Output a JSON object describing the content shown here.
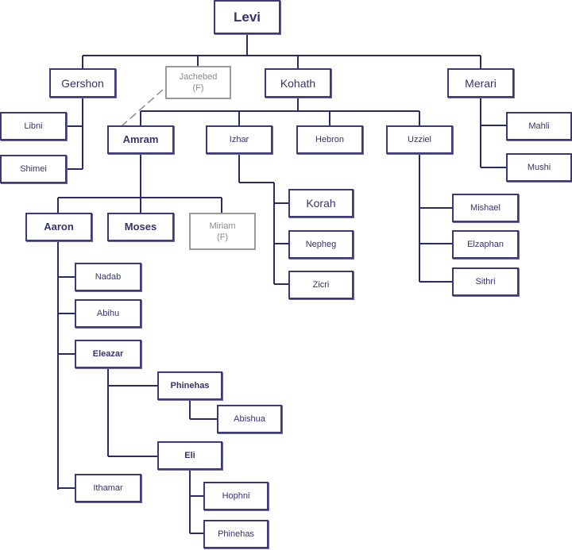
{
  "title": "Levi family tree",
  "colors": {
    "line": "#2a2a66",
    "box": "#3a3a78",
    "female": "#9a9a9a",
    "text": "#33336e"
  },
  "nodes": {
    "levi": "Levi",
    "gershon": "Gershon",
    "jachebed": "Jachebed\n(F)",
    "kohath": "Kohath",
    "merari": "Merari",
    "libni": "Libni",
    "shimei": "Shimei",
    "mahli": "Mahli",
    "mushi": "Mushi",
    "amram": "Amram",
    "izhar": "Izhar",
    "hebron": "Hebron",
    "uzziel": "Uzziel",
    "aaron": "Aaron",
    "moses": "Moses",
    "miriam": "Miriam\n(F)",
    "korah": "Korah",
    "nepheg": "Nepheg",
    "zicri": "Zicri",
    "mishael": "Mishael",
    "elzaphan": "Elzaphan",
    "sithri": "Sithri",
    "nadab": "Nadab",
    "abihu": "Abihu",
    "eleazar": "Eleazar",
    "ithamar": "Ithamar",
    "phinehas": "Phinehas",
    "abishua": "Abishua",
    "eli": "Eli",
    "hophni": "Hophni",
    "phinehas2": "Phinehas"
  }
}
